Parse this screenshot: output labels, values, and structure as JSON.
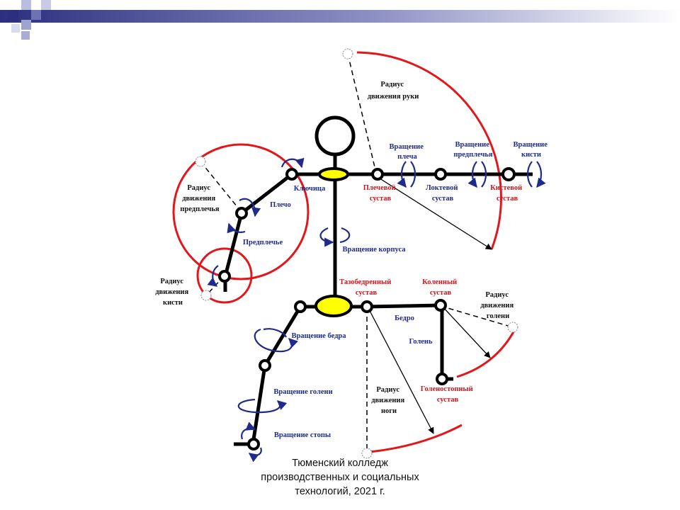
{
  "colors": {
    "skeleton": "#000000",
    "joint_fill": "#ffffff",
    "main_joint_fill": "#ffff00",
    "arc": "#e3161c",
    "rotation_arrow": "#1f2a8a",
    "label_blue": "#1f2a8a",
    "label_red": "#d0161e",
    "label_dark": "#111111"
  },
  "labels": {
    "radius_arm": [
      "Радиус",
      "движения руки"
    ],
    "rot_shoulder": [
      "Вращение",
      "плеча"
    ],
    "rot_forearm": [
      "Вращение",
      "предплечья"
    ],
    "rot_hand": [
      "Вращение",
      "кисти"
    ],
    "radius_forearm": [
      "Радиус",
      "движения",
      "предплечья"
    ],
    "clavicle": "Ключица",
    "shoulder_joint": [
      "Плечевой",
      "сустав"
    ],
    "elbow_joint": [
      "Локтевой",
      "сустав"
    ],
    "wrist_joint": [
      "Кистевой",
      "сустав"
    ],
    "shoulder": "Плечо",
    "forearm": "Предплечье",
    "rot_torso": "Вращение корпуса",
    "radius_hand": [
      "Радиус",
      "движения",
      "кисти"
    ],
    "hip_joint": [
      "Тазобедренный",
      "сустав"
    ],
    "knee_joint": [
      "Коленный",
      "сустав"
    ],
    "radius_shin": [
      "Радиус",
      "движения",
      "голени"
    ],
    "thigh": "Бедро",
    "rot_thigh": "Вращение бедра",
    "shin": "Голень",
    "rot_shin": "Вращение голени",
    "radius_leg": [
      "Радиус",
      "движения",
      "ноги"
    ],
    "ankle_joint": [
      "Голеностопный",
      "сустав"
    ],
    "rot_foot": "Вращение стопы"
  },
  "footer": {
    "line1": "Тюменский колледж",
    "line2": "производственных и социальных",
    "line3": "технологий, 2021 г."
  }
}
